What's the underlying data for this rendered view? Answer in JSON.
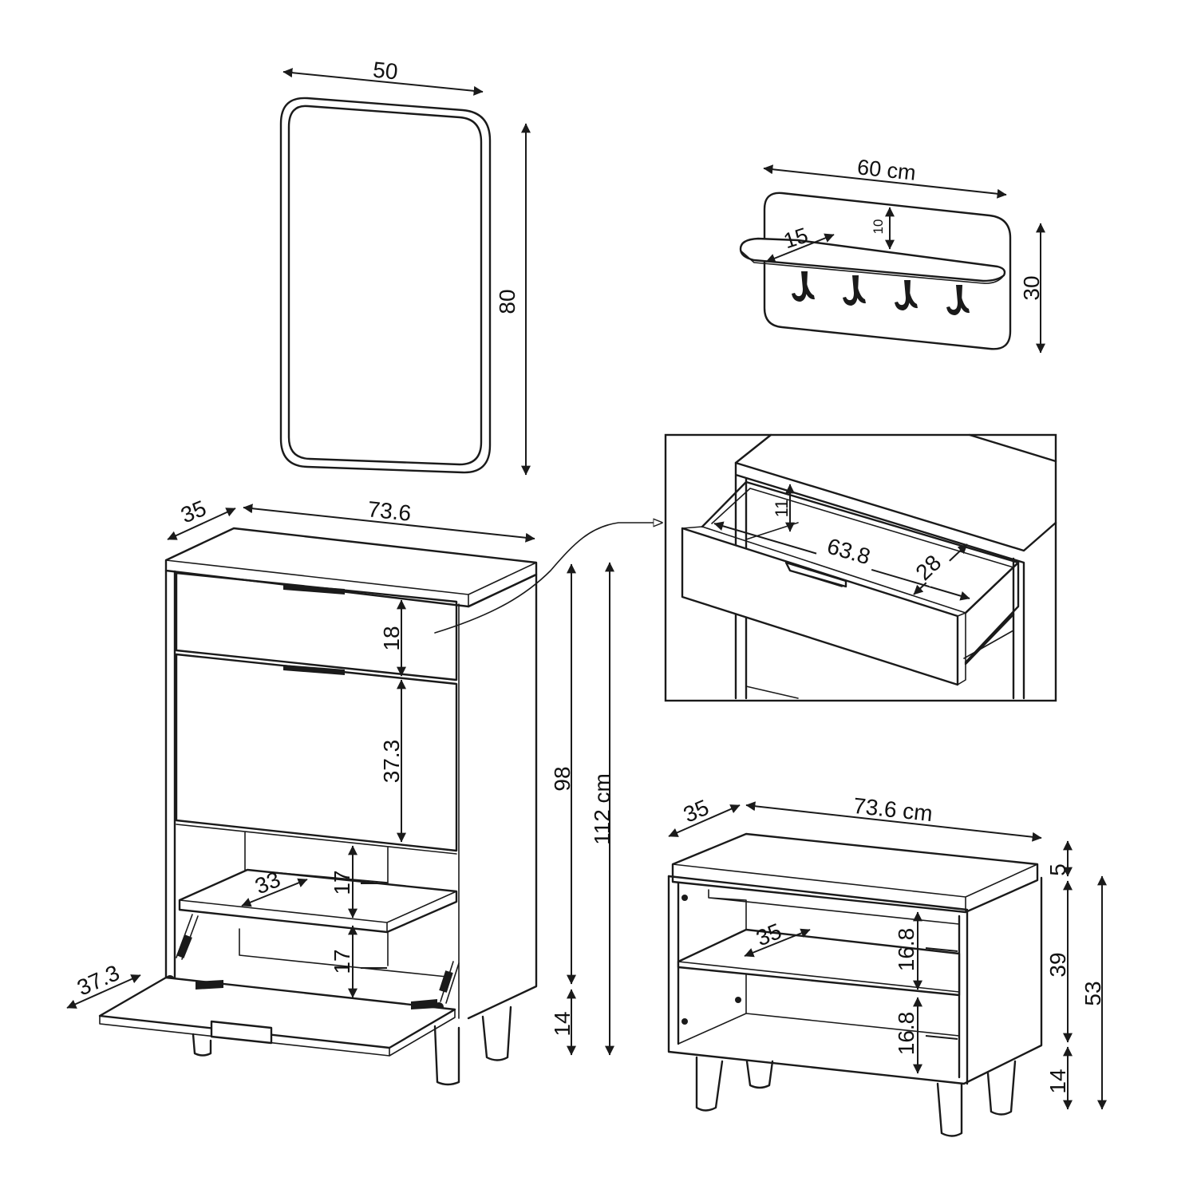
{
  "mirror": {
    "width": "50",
    "height": "80"
  },
  "coat_rack": {
    "width": "60 cm",
    "shelf_depth": "15",
    "shelf_gap": "10",
    "height": "30"
  },
  "shoe_cabinet": {
    "depth": "35",
    "width": "73.6",
    "drawer_height": "18",
    "flap_height": "37.3",
    "shelf_depth": "33",
    "shelf_gap_upper": "17",
    "shelf_gap_lower": "17",
    "open_flap_depth": "37.3",
    "body_height": "98",
    "leg_height": "14",
    "total_height": "112 cm"
  },
  "drawer_detail": {
    "inner_height": "11",
    "inner_width": "63.8",
    "inner_depth": "28"
  },
  "bench": {
    "depth": "35",
    "width": "73.6 cm",
    "seat_thickness": "5",
    "body_height": "39",
    "leg_height": "14",
    "total_height": "53",
    "shelf_depth": "35",
    "shelf_gap_upper": "16.8",
    "shelf_gap_lower": "16.8"
  },
  "colors": {
    "line": "#1a1a1a",
    "background": "#ffffff"
  }
}
